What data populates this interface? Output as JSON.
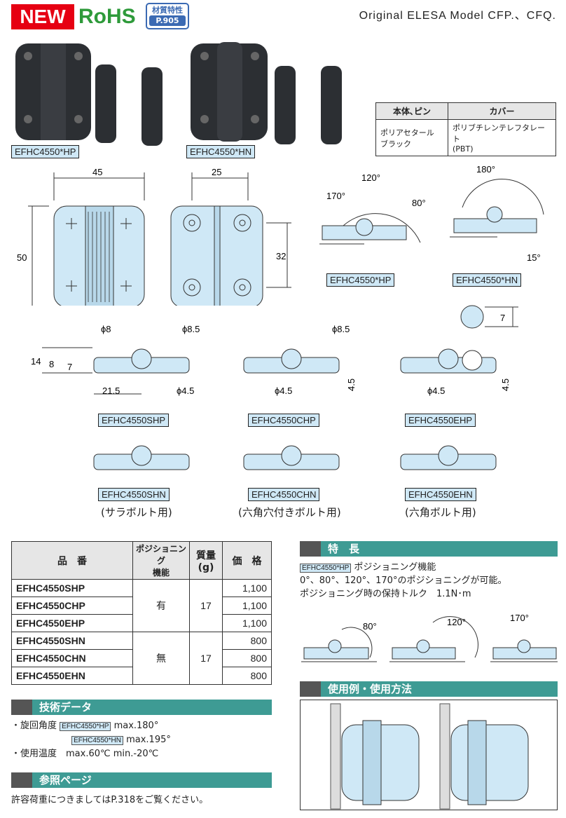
{
  "header": {
    "new_badge": "NEW",
    "rohs": "RoHS",
    "material_line1": "材質特性",
    "material_page": "P.905",
    "original": "Original ELESA Model CFP.、CFQ."
  },
  "photos": {
    "label_hp": "EFHC4550*HP",
    "label_hn": "EFHC4550*HN"
  },
  "material_table": {
    "headers": [
      "本体､ピン",
      "カバー"
    ],
    "body": "ポリアセタール\nブラック",
    "cover": "ポリブチレンテレフタレート\n(PBT)"
  },
  "dims": {
    "w45": "45",
    "w25": "25",
    "h50": "50",
    "h32": "32",
    "a120": "120°",
    "a170": "170°",
    "a80": "80°",
    "a180": "180°",
    "a15": "15°",
    "label_hp": "EFHC4550*HP",
    "label_hn": "EFHC4550*HN"
  },
  "sections": {
    "phi8": "ϕ8",
    "phi85": "ϕ8.5",
    "phi45": "ϕ4.5",
    "d14": "14",
    "d8": "8",
    "d7": "7",
    "d215": "21.5",
    "d45": "4.5",
    "hex7": "7",
    "labels": [
      "EFHC4550SHP",
      "EFHC4550CHP",
      "EFHC4550EHP",
      "EFHC4550SHN",
      "EFHC4550CHN",
      "EFHC4550EHN"
    ],
    "notes": [
      "(サラボルト用)",
      "(六角穴付きボルト用)",
      "(六角ボルト用)"
    ]
  },
  "price_table": {
    "headers": [
      "品　番",
      "ポジショニング\n機能",
      "質量\n(g)",
      "価　格"
    ],
    "rows": [
      {
        "code": "EFHC4550SHP",
        "price": "1,100"
      },
      {
        "code": "EFHC4550CHP",
        "price": "1,100"
      },
      {
        "code": "EFHC4550EHP",
        "price": "1,100"
      },
      {
        "code": "EFHC4550SHN",
        "price": "800"
      },
      {
        "code": "EFHC4550CHN",
        "price": "800"
      },
      {
        "code": "EFHC4550EHN",
        "price": "800"
      }
    ],
    "group1": {
      "func": "有",
      "mass": "17"
    },
    "group2": {
      "func": "無",
      "mass": "17"
    }
  },
  "features": {
    "title": "特　長",
    "tag": "EFHC4550*HP",
    "line1": "ポジショニング機能",
    "line2": "0°、80°、120°、170°のポジショニングが可能。",
    "line3": "ポジショニング時の保持トルク　1.1N･m",
    "a80": "80°",
    "a120": "120°",
    "a170": "170°"
  },
  "usage": {
    "title": "使用例・使用方法"
  },
  "tech": {
    "title": "技術データ",
    "rot_label": "・旋回角度",
    "hp_tag": "EFHC4550*HP",
    "hp_val": "max.180°",
    "hn_tag": "EFHC4550*HN",
    "hn_val": "max.195°",
    "temp": "・使用温度　max.60℃  min.-20℃"
  },
  "ref": {
    "title": "参照ページ",
    "text": "許容荷重につきましてはP.318をご覧ください。"
  },
  "colors": {
    "accent": "#3e9b94",
    "part": "#cfe8f6",
    "red": "#e60012",
    "green": "#2e9a3a"
  }
}
